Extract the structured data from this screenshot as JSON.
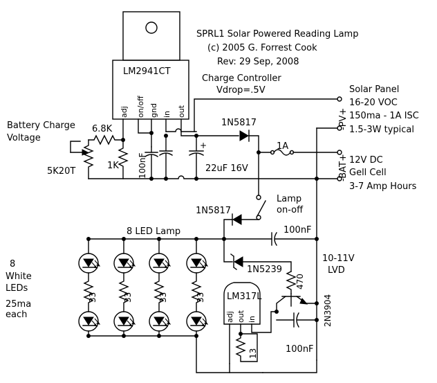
{
  "title": {
    "line1": "SPRL1  Solar Powered Reading Lamp",
    "line2": "(c) 2005  G. Forrest Cook",
    "line3": "Rev:  29 Sep, 2008"
  },
  "regulator": {
    "part": "LM2941CT",
    "pins": [
      "adj",
      "on/off",
      "gnd",
      "in",
      "out"
    ]
  },
  "charge_controller": {
    "label": "Charge Controller",
    "vdrop": "Vdrop=.5V"
  },
  "battery_charge": {
    "line1": "Battery Charge",
    "line2": "Voltage"
  },
  "components": {
    "r_6k8": "6.8K",
    "r_1k": "1K",
    "pot": "5K20T",
    "c_100nf_a": "100nF",
    "c_22uf": "22uF 16V",
    "diode_top": "1N5817",
    "fuse": "1A",
    "diode_mid": "1N5817",
    "c_100nf_b": "100nF",
    "zener": "1N5239",
    "r_470": "470",
    "transistor": "2N3904",
    "c_100nf_c": "100nF",
    "lm317": "LM317L",
    "lm317_pins": [
      "adj",
      "out",
      "in"
    ],
    "r_13": "13",
    "led_resistor": "33"
  },
  "solar_panel": {
    "line1": "Solar Panel",
    "line2": "16-20 VOC",
    "line3": "150ma - 1A ISC",
    "line4": "1.5-3W typical",
    "pv_label": "-PV+"
  },
  "battery": {
    "line1": "12V DC",
    "line2": "Gell Cell",
    "line3": "3-7 Amp Hours",
    "bat_label": "-BAT+"
  },
  "lamp_switch": {
    "line1": "Lamp",
    "line2": "on-off"
  },
  "lvd": {
    "line1": "10-11V",
    "line2": "LVD"
  },
  "led_lamp": {
    "title": "8 LED Lamp",
    "desc": [
      "8",
      "White",
      "LEDs",
      "25ma",
      "each"
    ]
  },
  "symbols": {
    "plus": "+"
  }
}
